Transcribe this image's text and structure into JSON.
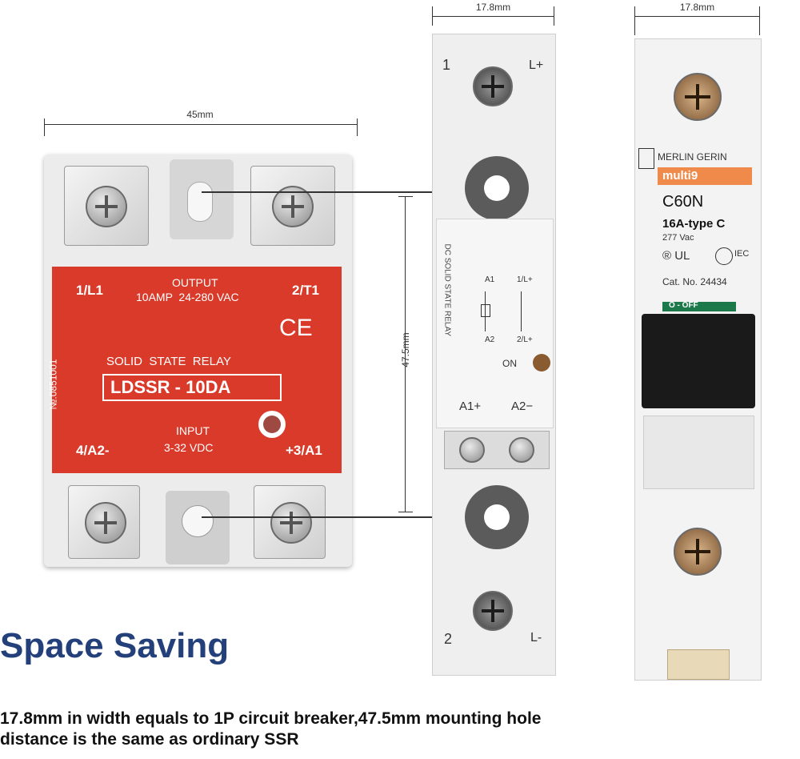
{
  "dimensions": {
    "ssr_width": "45mm",
    "din_width": "17.8mm",
    "mcb_width": "17.8mm",
    "hole_distance": "47.5mm"
  },
  "ssr": {
    "top_left_terminal": "1/L1",
    "top_right_terminal": "2/T1",
    "output_title": "OUTPUT",
    "output_spec": "10AMP  24-280 VAC",
    "ce_mark": "CE",
    "relay_type": "SOLID  STATE  RELAY",
    "model": "LDSSR - 10DA",
    "serial": "№.0851001",
    "input_title": "INPUT",
    "input_spec": "3-32 VDC",
    "bottom_left_terminal": "4/A2-",
    "bottom_right_terminal": "+3/A1",
    "colors": {
      "body": "#d93a2a",
      "border": "#f2f2f2"
    }
  },
  "din_relay": {
    "top_left": "1",
    "top_right": "L+",
    "side_label": "DC SOLID STATE RELAY",
    "a1": "A1",
    "a2": "A2",
    "l_plus": "1/L+",
    "l_minus": "2/L+",
    "on_label": "ON",
    "a1_plus": "A1+",
    "a2_minus": "A2−",
    "bottom_left": "2",
    "bottom_right": "L-"
  },
  "breaker": {
    "brand": "MERLIN GERIN",
    "series": "multi9",
    "model": "C60N",
    "rating": "16A-type C",
    "voltage": "277 Vac",
    "cert_iec": "IEC",
    "cat_no": "Cat. No. 24434",
    "state": "O - OFF",
    "colors": {
      "series_bg": "#f08a4b",
      "state_bg": "#1c7a4a"
    }
  },
  "headline": "Space Saving",
  "caption_line1": "17.8mm in width equals to 1P circuit breaker,47.5mm mounting hole",
  "caption_line2": "distance is the same as ordinary SSR",
  "headline_color": "#24407a"
}
